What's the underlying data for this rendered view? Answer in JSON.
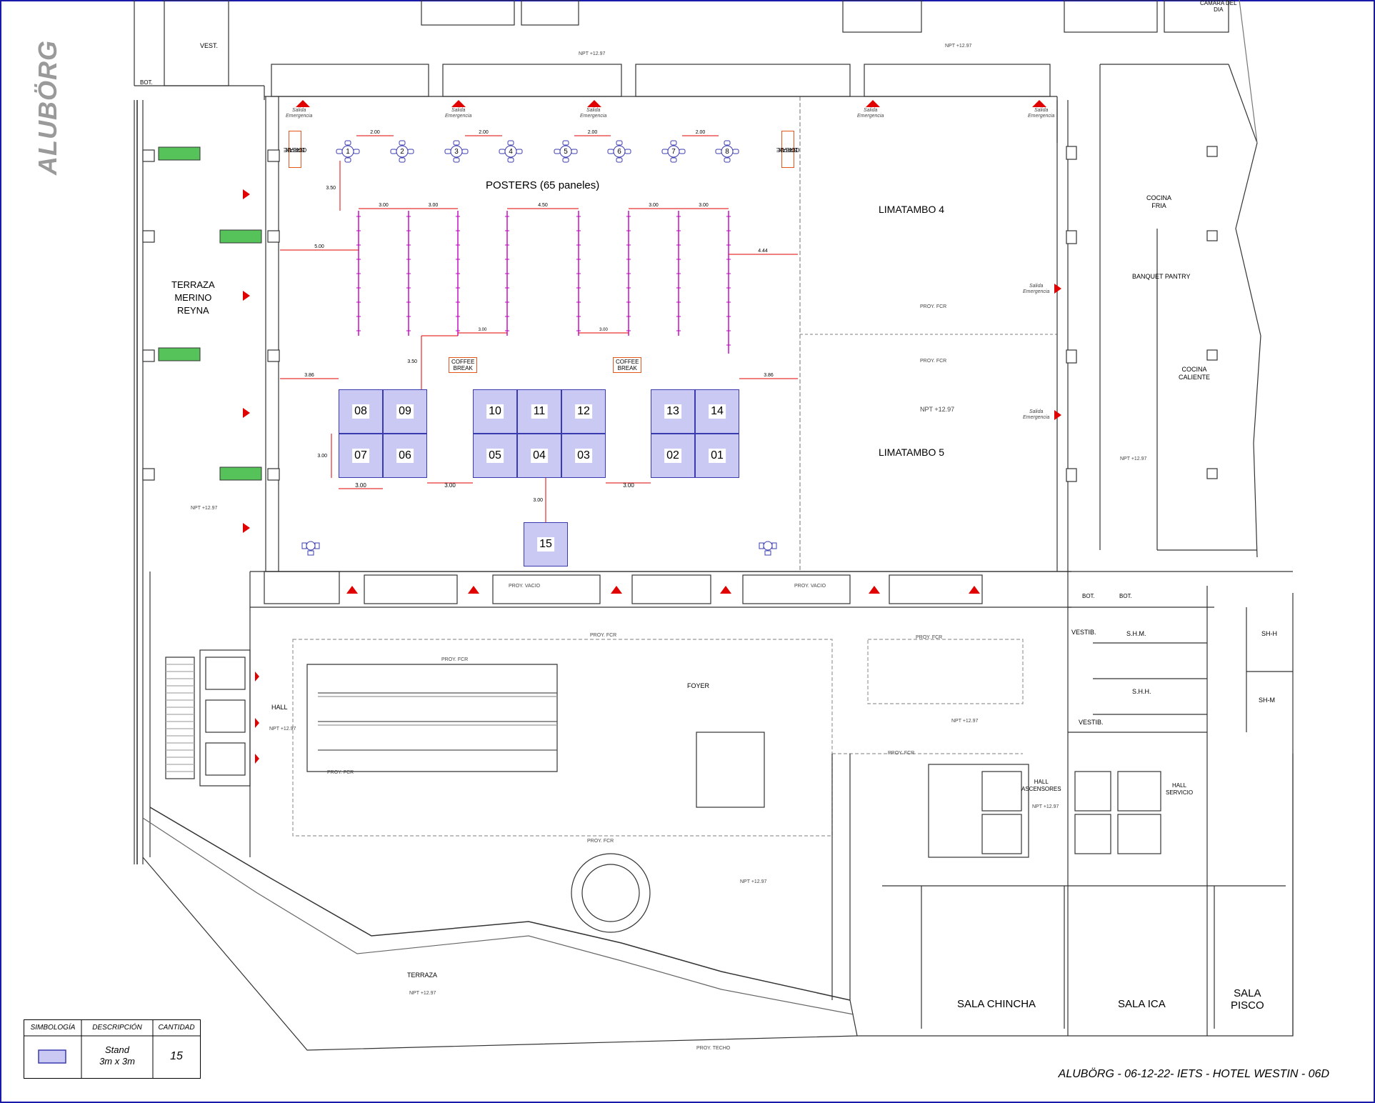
{
  "logo_text": "ALUBÖRG",
  "rooms": {
    "posters_title": "POSTERS (65 paneles)",
    "limatambo4": "LIMATAMBO 4",
    "limatambo5": "LIMATAMBO 5",
    "terraza_merino": [
      "TERRAZA",
      "MERINO",
      "REYNA"
    ],
    "cocina_fria": [
      "COCINA",
      "FRIA"
    ],
    "banquet_pantry": "BANQUET PANTRY",
    "cocina_caliente": [
      "COCINA",
      "CALIENTE"
    ],
    "camara_del_dia": [
      "CAMARA DEL",
      "DIA"
    ],
    "foyer": "FOYER",
    "hall": "HALL",
    "terraza": "TERRAZA",
    "hall_ascensores": [
      "HALL",
      "ASCENSORES"
    ],
    "hall_servicio": [
      "HALL",
      "SERVICIO"
    ],
    "sala_chincha": "SALA  CHINCHA",
    "sala_ica": "SALA  ICA",
    "sala_pisco": [
      "SALA",
      "PISCO"
    ],
    "shm": "S.H.M.",
    "shh": "S.H.H.",
    "sh_h": "SH-H",
    "sh_m": "SH-M",
    "vestib": "VESTIB.",
    "vest": "VEST.",
    "bot": "BOT."
  },
  "notes": {
    "npt": "NPT +12.97",
    "salida": [
      "Salida",
      "Emergencia"
    ],
    "proy_fcr": "PROY. FCR",
    "proy_vacio": "PROY. VACIO",
    "proy_techo": "PROY. TECHO",
    "coffee_break": [
      "COFFEE",
      "BREAK"
    ]
  },
  "poster_tables": [
    "1",
    "2",
    "3",
    "4",
    "5",
    "6",
    "7",
    "8"
  ],
  "stands": {
    "a": [
      "08",
      "09",
      "07",
      "06"
    ],
    "b": [
      "10",
      "11",
      "12",
      "05",
      "04",
      "03"
    ],
    "c": [
      "13",
      "14",
      "02",
      "01"
    ],
    "d": "15"
  },
  "dimensions": {
    "d200": "2.00",
    "d350": "3.50",
    "d300": "3.00",
    "d450": "4.50",
    "d500": "5.00",
    "d444": "4.44",
    "d386": "3.86"
  },
  "legend": {
    "headers": [
      "SIMBOLOGÍA",
      "DESCRIPCIÓN",
      "CANTIDAD"
    ],
    "description": [
      "Stand",
      "3m x 3m"
    ],
    "quantity": "15",
    "stand_color": "#c9c9f3"
  },
  "footer": "ALUBÖRG - 06-12-22- IETS - HOTEL WESTIN - 06D",
  "colors": {
    "stand_fill": "#c9c9f3",
    "stand_border": "#3b3bb0",
    "poster_line": "#c000c0",
    "dimension": "#e00000",
    "coffee_border": "#e3571a",
    "frame": "#1a1aa8",
    "logo": "#9a9a9a"
  }
}
